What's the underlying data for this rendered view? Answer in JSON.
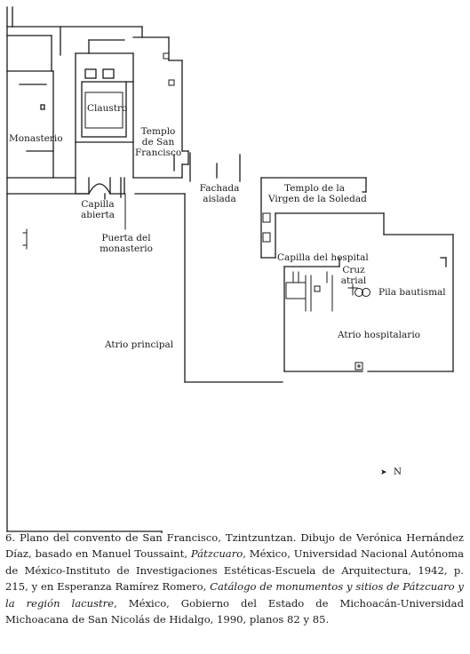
{
  "labels": {
    "claustro": "Claustro",
    "monasterio": "Monasterio",
    "templo_sf_1": "Templo",
    "templo_sf_2": "de San",
    "templo_sf_3": "Francisco",
    "fachada_1": "Fachada",
    "fachada_2": "aislada",
    "capilla_abierta_1": "Capilla",
    "capilla_abierta_2": "abierta",
    "puerta_1": "Puerta del",
    "puerta_2": "monasterio",
    "templo_virgen_1": "Templo de la",
    "templo_virgen_2": "Virgen de la Soledad",
    "capilla_hospital": "Capilla del hospital",
    "cruz_1": "Cruz",
    "cruz_2": "atrial",
    "pila": "Pila bautismal",
    "atrio_hospitalario": "Atrio hospitalario",
    "atrio_principal": "Atrio principal",
    "north_arrow": "➤",
    "north_letter": "N"
  },
  "caption": {
    "p1": "6.  Plano del convento de San Francisco, Tzintzuntzan. Dibujo de Verónica Hernández Díaz, basado en Manuel Toussaint, ",
    "i1": "Pátzcuaro",
    "p2": ", México, Universidad Nacional Autónoma de México-Instituto de Investigaciones Estéticas-Escuela de Arquitectura, 1942, p. 215, y en Esperanza Ramírez Romero, ",
    "i2": "Catálogo de monumentos y sitios de Pátzcuaro y la región lacustre",
    "p3": ", México, Gobierno del Estado de Michoacán-Universidad Michoacana de San Nicolás de Hidalgo, 1990, planos 82 y 85."
  }
}
